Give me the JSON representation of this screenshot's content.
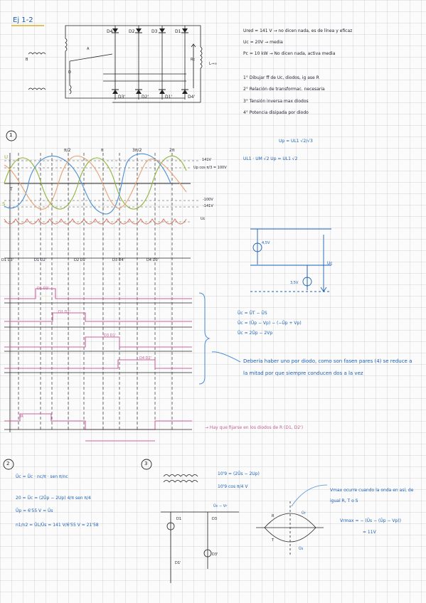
{
  "header": {
    "title": "Ej 1-2"
  },
  "circuit1": {
    "diode_labels": [
      "D4",
      "D2",
      "D3",
      "D1"
    ],
    "diode_labels_bottom": [
      "D3'",
      "D2'",
      "D1'",
      "D4'"
    ],
    "node_labels": [
      "A",
      "B",
      "D"
    ],
    "rc_label": "Rc",
    "l_label": "L→∞"
  },
  "specs": {
    "lines": [
      "Ured = 141 V → no dicen nada, es de línea y eficaz",
      "Uc = 20V → media",
      "Pc = 10 kW → No dicen nada, activa media"
    ],
    "tasks": [
      "1° Dibujar ff de Uc, diodos, ig ase R",
      "2° Relación de transformac. necesaria",
      "3° Tensión inversa max diodos",
      "4° Potencia disipada por diodo"
    ]
  },
  "section1": {
    "number": "1",
    "formula_top": "Up = UL1 √2/√3",
    "formula_line": "UL1 · UM √2     Up = UL1 √2",
    "phase_labels": [
      "π/2",
      "π",
      "3π/2",
      "2π"
    ],
    "left_labels": [
      "U",
      "S",
      "T"
    ],
    "level_labels": [
      "141V",
      "Up cos π/3 = 100V",
      "-100V",
      "-141V",
      "Uc"
    ],
    "diode_row": [
      "D1 D3'",
      "D1 D2'",
      "D2 D1'",
      "D3 D4'",
      "D4 D3'"
    ],
    "conduction_labels": [
      "D1 D3'",
      "D1 D2'",
      "D3 D1'",
      "D4 D2'"
    ],
    "ir_label": "iR",
    "ucmax_expr": [
      "Ûc = ÛT − ÛS",
      "Ûc = (Ûp − Vp) − (−Ûp + Vp)",
      "Ûc = 2Ûp − 2Vp"
    ],
    "uc_label": "Uc",
    "node_values": [
      "4,5V",
      "3,5V"
    ],
    "note_diodes": "Debería haber uno por diodo, como son fasen pares (4) se reduce a la mitad por que siempre conducen dos a la vez",
    "note_r": "→ Hay que fijarse en los diodos de R (D1, D2')"
  },
  "section2": {
    "number": "2",
    "lines": [
      "Ūc = Ûc · nc/π · sen π/nc",
      "20 = Ūc = (2Ûp − 2Up) 4/π sen π/4",
      "Ûp = 6'55 V = Ûs",
      "n1/n2 = ÛL/Ûs = 141 V/6'55 V = 21'58"
    ]
  },
  "section3": {
    "number": "3",
    "formula1": "10'9 = (2Ûs − 2Up)",
    "formula2": "10'9 cos π/4 V",
    "note": "Vmax ocurre cuando la onda en así, de igual R, T o S",
    "vmax": "Vrmax = − (Ûs − (Ûp − Vp))",
    "vmax_value": "= 11V",
    "labels": [
      "Ûc − Vr",
      "D1",
      "D3",
      "D3'",
      "D1'",
      "R",
      "T",
      "Ûr",
      "Ûs"
    ]
  }
}
